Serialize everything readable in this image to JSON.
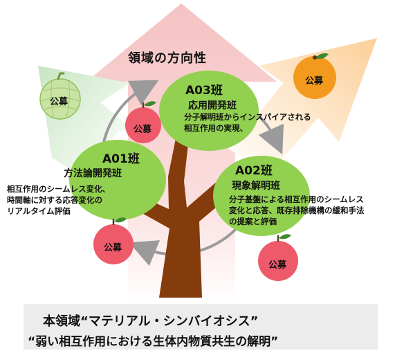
{
  "direction_label": "領域の方向性",
  "teams": {
    "a03": {
      "name": "A03班",
      "subtitle": "応用開発班",
      "description": "分子解明班からインスパイアされる\n相互作用の実現、"
    },
    "a01": {
      "name": "A01班",
      "subtitle": "方法論開発班",
      "description": "相互作用のシームレス変化、\n時間軸に対する応答変化の\nリアルタイム評価"
    },
    "a02": {
      "name": "A02班",
      "subtitle": "現象解明班",
      "description": "分子基盤による相互作用のシームレス\n変化と応答、既存排除機構の緩和手法\nの提案と評価"
    }
  },
  "open_call_label": "公募",
  "footer": {
    "line1": "本領域“マテリアル・シンバイオシス”",
    "line2": "“弱い相互作用における生体内物質共生の解明”"
  },
  "icons": [
    "melon-icon",
    "orange-icon",
    "apple-icon",
    "tree-icon",
    "cycle-arrow-icon"
  ],
  "colors": {
    "main_arrow": "#f7c9c9",
    "left_arrow": "#cde8c9",
    "right_arrow": "#fbd6a8",
    "leaf_green": "#92d050",
    "trunk_brown": "#843c0c",
    "apple_red": "#ee5a6a",
    "orange": "#f39a1e",
    "cycle_gray": "#9a9a9a",
    "footer_bg": "#ececec"
  }
}
